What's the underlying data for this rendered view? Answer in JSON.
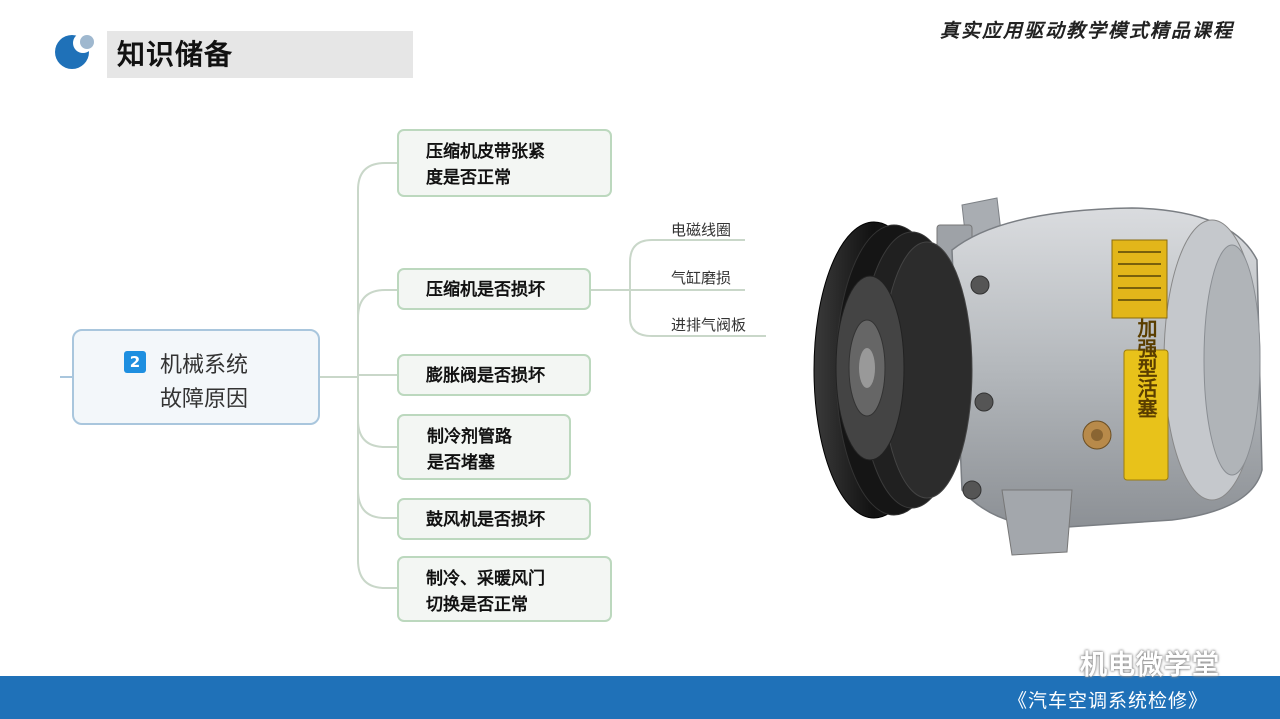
{
  "header": {
    "title": "知识储备",
    "tagline": "真实应用驱动教学模式精品课程"
  },
  "mindmap": {
    "root": {
      "badge": "2",
      "line1": "机械系统",
      "line2": "故障原因"
    },
    "nodes": [
      {
        "lines": [
          "压缩机皮带张紧",
          "度是否正常"
        ]
      },
      {
        "lines": [
          "压缩机是否损坏"
        ]
      },
      {
        "lines": [
          "膨胀阀是否损坏"
        ]
      },
      {
        "lines": [
          "制冷剂管路",
          "是否堵塞"
        ]
      },
      {
        "lines": [
          "鼓风机是否损坏"
        ]
      },
      {
        "lines": [
          "制冷、采暖风门",
          "切换是否正常"
        ]
      }
    ],
    "sub_nodes": [
      "电磁线圈",
      "气缸磨损",
      "进排气阀板"
    ]
  },
  "illustration": {
    "label": "加强型活塞",
    "colors": {
      "body": "#b9bcc0",
      "pulley": "#1c1c1c",
      "label_bg": "#e8c21a"
    }
  },
  "footer": {
    "watermark": "机电微学堂",
    "course": "《汽车空调系统检修》"
  },
  "colors": {
    "accent_blue": "#1f71b8",
    "node_border": "#bcd8be",
    "root_border": "#a9c6dd"
  }
}
